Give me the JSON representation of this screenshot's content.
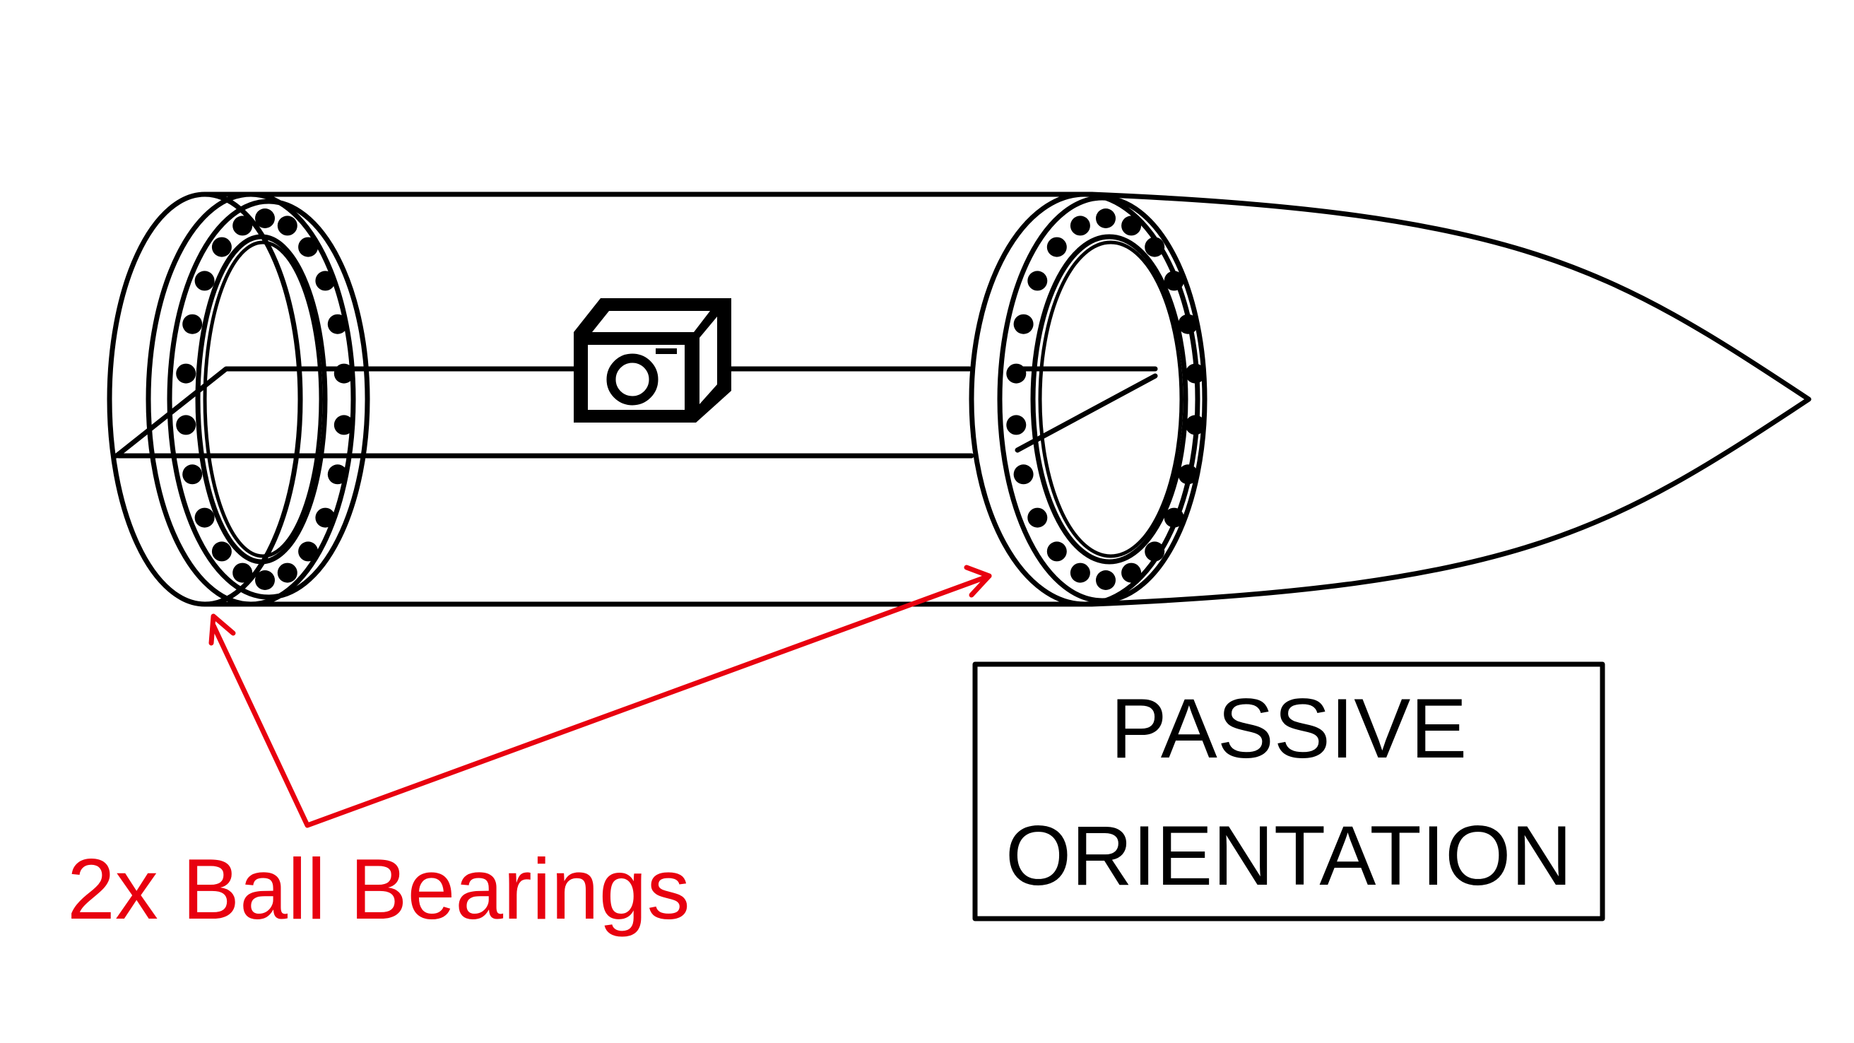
{
  "label": "2x Ball Bearings",
  "box": {
    "line1": "PASSIVE",
    "line2": "ORIENTATION"
  },
  "colors": {
    "outline": "#000000",
    "annotation": "#e8000f"
  },
  "icons": [
    "camera-icon"
  ]
}
